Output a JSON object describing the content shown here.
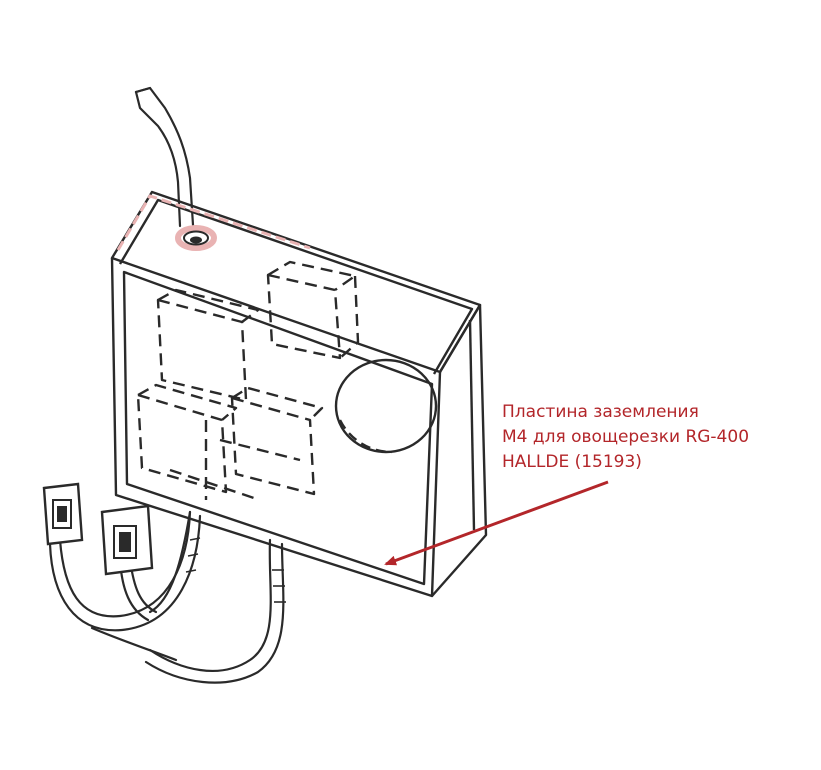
{
  "callout": {
    "lines": [
      "Пластина заземления",
      "М4 для овощерезки RG-400",
      "HALLDE (15193)"
    ]
  },
  "colors": {
    "line": "#2a2a2a",
    "accent": "#b3262a",
    "highlight": "#e9b3b3"
  }
}
